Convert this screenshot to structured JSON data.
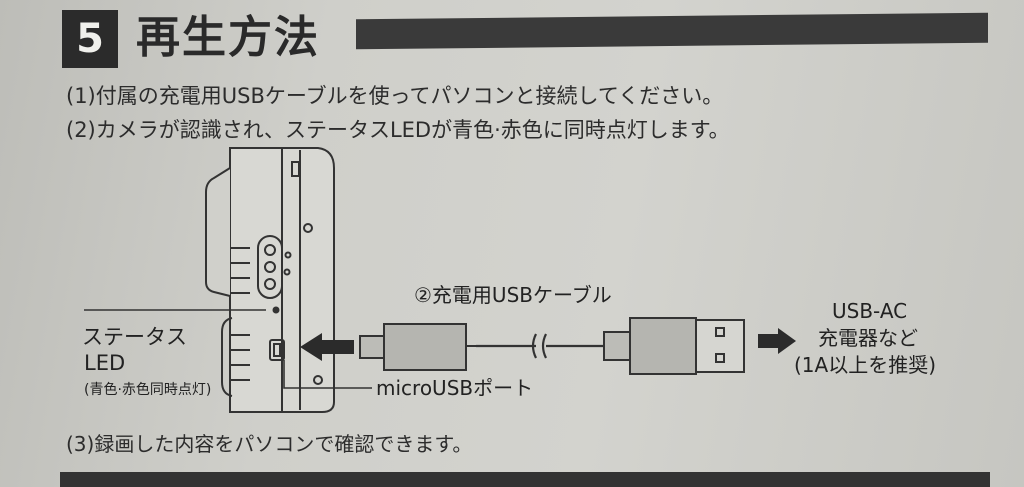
{
  "section": {
    "number": "5",
    "title": "再生方法"
  },
  "steps": [
    "(1)付属の充電用USBケーブルを使ってパソコンと接続してください。",
    "(2)カメラが認識され、ステータスLEDが青色·赤色に同時点灯します。",
    "(3)録画した内容をパソコンで確認できます。"
  ],
  "diagram": {
    "status_led_label_line1": "ステータス",
    "status_led_label_line2": "LED",
    "status_led_note": "(青色·赤色同時点灯)",
    "cable_label": "②充電用USBケーブル",
    "port_label": "microUSBポート",
    "adapter_line1": "USB-AC",
    "adapter_line2": "充電器など",
    "adapter_line3": "(1A以上を推奨)"
  },
  "colors": {
    "dark": "#2b2b2b",
    "paper": "#cfcfca",
    "cable_fill": "#b5b5b0"
  }
}
